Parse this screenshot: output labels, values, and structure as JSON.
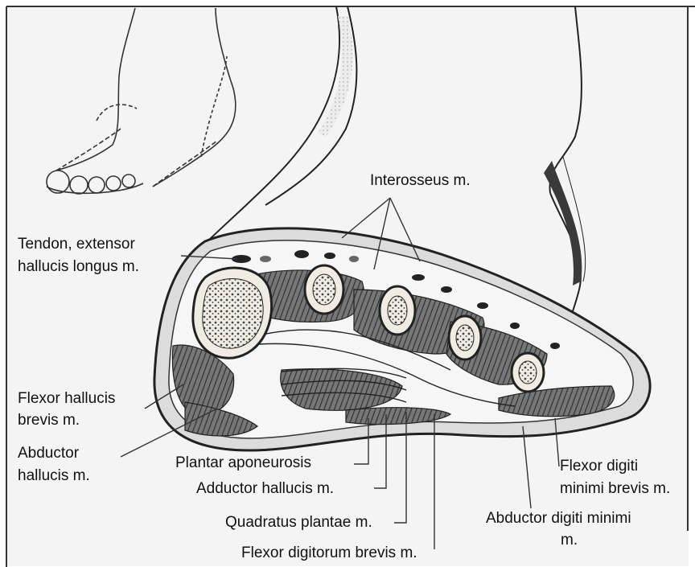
{
  "labels": {
    "interosseus": "Interosseus m.",
    "tendon_line1": "Tendon, extensor",
    "tendon_line2": "hallucis longus m.",
    "fhb_line1": "Flexor hallucis",
    "fhb_line2": "brevis m.",
    "abh_line1": "Abductor",
    "abh_line2": "hallucis m.",
    "plantar": "Plantar aponeurosis",
    "adductor": "Adductor hallucis m.",
    "quadratus": "Quadratus plantae m.",
    "fdb": "Flexor digitorum brevis m.",
    "fdmb_line1": "Flexor digiti",
    "fdmb_line2": "minimi brevis m.",
    "adm_line1": "Abductor digiti minimi",
    "adm_line2": "m."
  },
  "colors": {
    "background": "#ffffff",
    "figure_bg": "#f4f4f4",
    "frame_border": "#333333",
    "ink": "#222222",
    "muscle": "#5a5a5a",
    "bone_fill": "#ece8e0"
  }
}
